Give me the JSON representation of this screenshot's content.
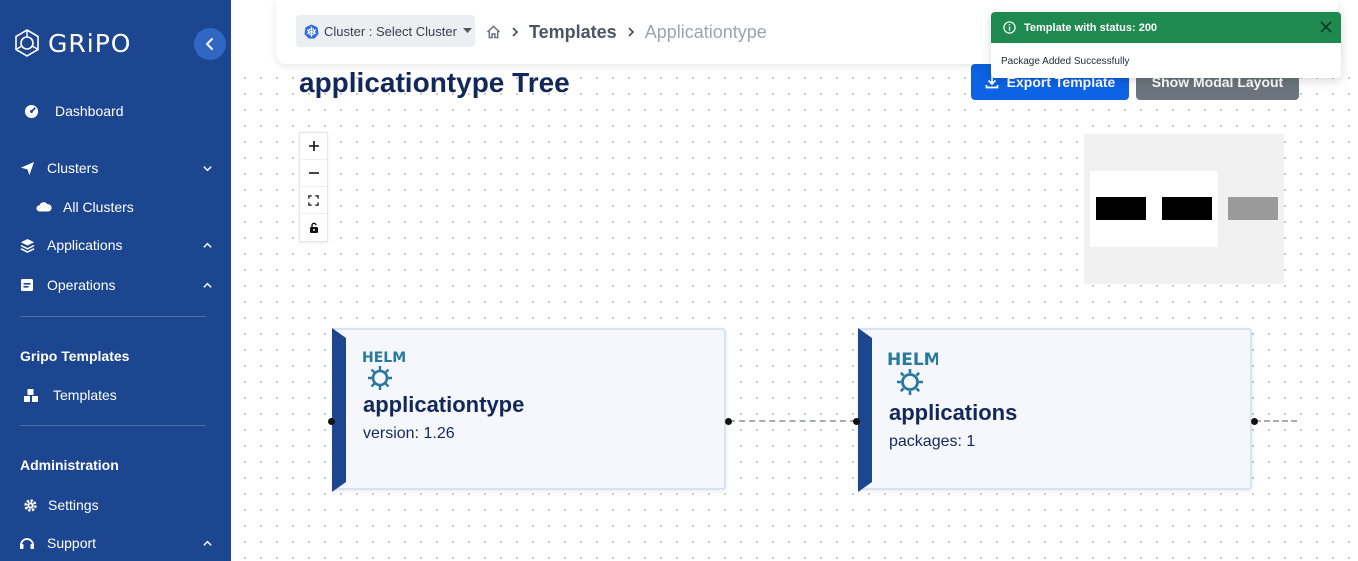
{
  "brand": {
    "name": "GRiPO"
  },
  "sidebar": {
    "items": [
      {
        "label": "Dashboard",
        "icon": "dashboard-icon"
      },
      {
        "label": "Clusters",
        "icon": "send-icon"
      },
      {
        "label": "All Clusters",
        "icon": "cloud-icon"
      },
      {
        "label": "Applications",
        "icon": "layers-icon"
      },
      {
        "label": "Operations",
        "icon": "calendar-icon"
      },
      {
        "label": "Templates",
        "icon": "cubes-icon"
      },
      {
        "label": "Settings",
        "icon": "gear-icon"
      },
      {
        "label": "Support",
        "icon": "headset-icon"
      }
    ],
    "sections": {
      "templates": "Gripo Templates",
      "admin": "Administration"
    }
  },
  "topbar": {
    "cluster_select": "Cluster : Select Cluster",
    "breadcrumb": {
      "parent": "Templates",
      "current": "Applicationtype"
    }
  },
  "toast": {
    "title": "Template with status: 200",
    "message": "Package Added Successfully"
  },
  "page": {
    "title": "applicationtype Tree",
    "export_label": "Export Template",
    "layout_label": "Show Modal Layout"
  },
  "nodes": [
    {
      "logo": "HELM",
      "title": "applicationtype",
      "subtitle": "version: 1.26"
    },
    {
      "logo": "HELM",
      "title": "applications",
      "subtitle": "packages: 1"
    }
  ],
  "colors": {
    "sidebar": "#1d4690",
    "primary": "#0d63e4",
    "secondary": "#6c757d",
    "success": "#1f8a50",
    "title": "#13285a",
    "helm": "#277a9f"
  }
}
